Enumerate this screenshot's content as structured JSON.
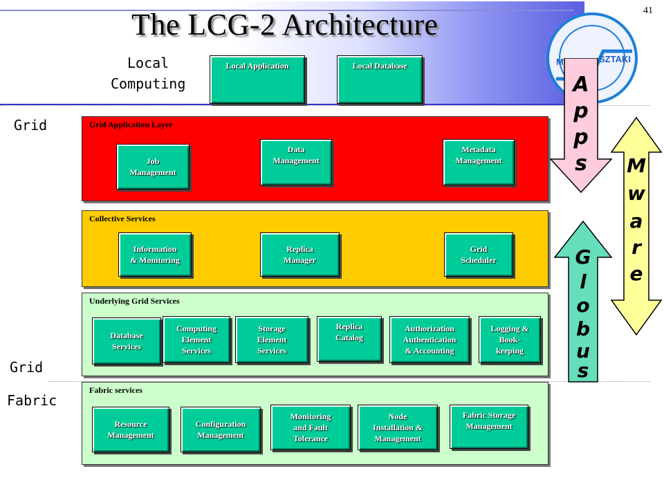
{
  "header": {
    "title": "The LCG-2 Architecture",
    "page_number": "41"
  },
  "labels": {
    "local": "Local",
    "computing": "Computing",
    "grid_top": "Grid",
    "grid_bottom": "Grid",
    "fabric": "Fabric"
  },
  "local": {
    "application": "Local Application",
    "database": "Local Database"
  },
  "logo": {
    "left_text": "MTA",
    "right_text": "SZTAKI"
  },
  "layers": {
    "grid_app": {
      "title": "Grid Application Layer",
      "boxes": [
        "Job\nManagement",
        "Data\nManagement",
        "Metadata\nManagement"
      ]
    },
    "collective": {
      "title": "Collective Services",
      "boxes": [
        "Information\n& Monitoring",
        "Replica\nManager",
        "Grid\nScheduler"
      ]
    },
    "underlying": {
      "title": "Underlying Grid Services",
      "boxes": [
        "Database\nServices",
        "Computing\nElement\nServices",
        "Storage\nElement\nServices",
        "Replica\nCatalog",
        "Authorization\nAuthentication\n& Accounting",
        "Logging &\nBook-\nkeeping"
      ]
    },
    "fabric": {
      "title": "Fabric services",
      "boxes": [
        "Resource\nManagement",
        "Configuration\nManagement",
        "Monitoring\nand Fault\nTolerance",
        "Node\nInstallation &\nManagement",
        "Fabric Storage\nManagement"
      ]
    }
  },
  "arrows": {
    "apps": {
      "letters": [
        "A",
        "p",
        "p",
        "s"
      ],
      "color": "#ffccdd"
    },
    "mware": {
      "letters": [
        "M",
        "w",
        "a",
        "r",
        "e"
      ],
      "color": "#ffff99"
    },
    "globus": {
      "letters": [
        "G",
        "l",
        "o",
        "b",
        "u",
        "s"
      ],
      "color": "#66ddbb"
    }
  },
  "colors": {
    "grid_app": "#ff0000",
    "collective": "#ffcc00",
    "underlying": "#ccffcc",
    "fabric": "#ccffcc",
    "box": "#00cc99"
  }
}
